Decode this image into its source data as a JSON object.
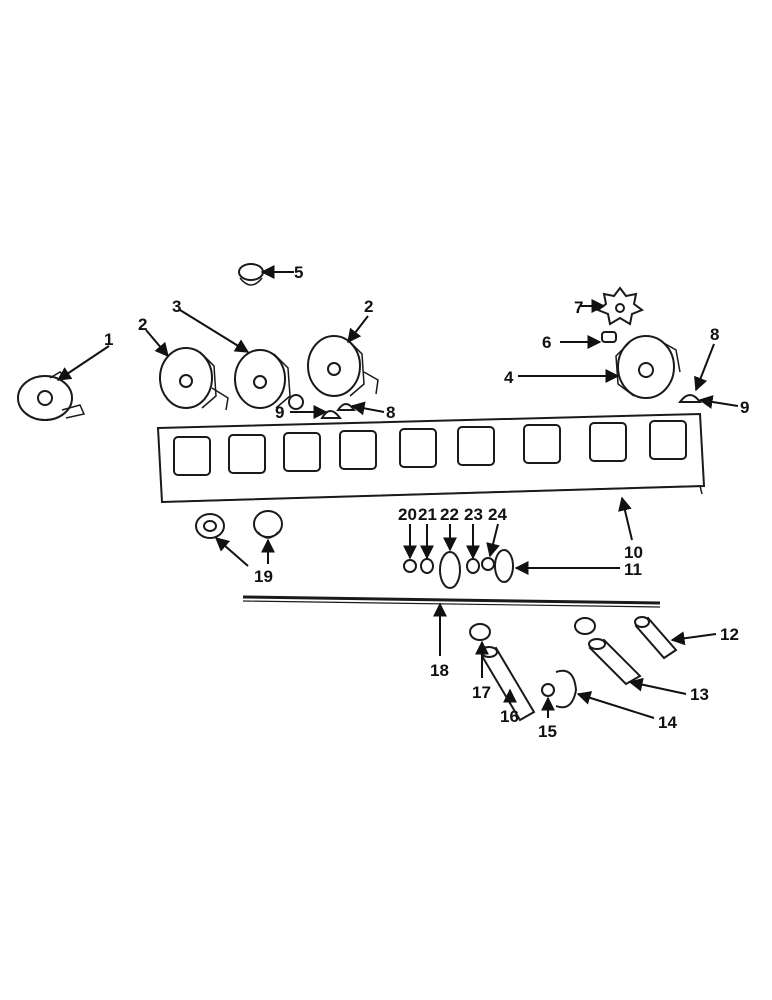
{
  "callouts": [
    {
      "id": "c1",
      "text": "1"
    },
    {
      "id": "c2a",
      "text": "2"
    },
    {
      "id": "c2b",
      "text": "2"
    },
    {
      "id": "c3",
      "text": "3"
    },
    {
      "id": "c4",
      "text": "4"
    },
    {
      "id": "c5",
      "text": "5"
    },
    {
      "id": "c6",
      "text": "6"
    },
    {
      "id": "c7",
      "text": "7"
    },
    {
      "id": "c8a",
      "text": "8"
    },
    {
      "id": "c8b",
      "text": "8"
    },
    {
      "id": "c9a",
      "text": "9"
    },
    {
      "id": "c9b",
      "text": "9"
    },
    {
      "id": "c10",
      "text": "10"
    },
    {
      "id": "c11",
      "text": "11"
    },
    {
      "id": "c12",
      "text": "12"
    },
    {
      "id": "c13",
      "text": "13"
    },
    {
      "id": "c14",
      "text": "14"
    },
    {
      "id": "c15",
      "text": "15"
    },
    {
      "id": "c16",
      "text": "16"
    },
    {
      "id": "c17",
      "text": "17"
    },
    {
      "id": "c18",
      "text": "18"
    },
    {
      "id": "c19",
      "text": "19"
    },
    {
      "id": "c20",
      "text": "20"
    },
    {
      "id": "c21",
      "text": "21"
    },
    {
      "id": "c22",
      "text": "22"
    },
    {
      "id": "c23",
      "text": "23"
    },
    {
      "id": "c24",
      "text": "24"
    }
  ]
}
